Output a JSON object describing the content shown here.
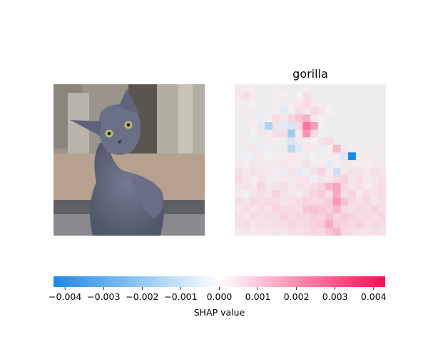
{
  "chart_data": {
    "type": "heatmap",
    "panels": [
      {
        "name": "input-image",
        "title": "",
        "content": "kitten photo"
      },
      {
        "name": "shap-map",
        "title": "gorilla"
      }
    ],
    "colorbar": {
      "label": "SHAP value",
      "range": [
        -0.0043,
        0.0043
      ],
      "ticks": [
        "−0.004",
        "−0.003",
        "−0.002",
        "−0.001",
        "0.000",
        "0.001",
        "0.002",
        "0.003",
        "0.004"
      ],
      "tick_values": [
        -0.004,
        -0.003,
        -0.002,
        -0.001,
        0.0,
        0.001,
        0.002,
        0.003,
        0.004
      ],
      "negative_color": "#1e88e5",
      "zero_color": "#ffffff",
      "positive_color": "#ff0d57"
    },
    "grid_size": [
      20,
      20
    ],
    "shap_values": [
      [
        0,
        0.0005,
        0.0004,
        0,
        0,
        0.0003,
        0,
        0,
        0,
        0.0003,
        0,
        0,
        0,
        0,
        0,
        0,
        0,
        0,
        0,
        0
      ],
      [
        0.0006,
        0.0009,
        0.0005,
        0.0003,
        0,
        0.0004,
        0.0003,
        0,
        0.0002,
        0.0008,
        0,
        0,
        0,
        0,
        0.0003,
        0,
        0,
        0,
        0,
        0
      ],
      [
        0.0004,
        0,
        0.0002,
        0,
        0,
        0.0003,
        0,
        0.0004,
        0.0006,
        0.0009,
        0.0005,
        0,
        0.0003,
        0,
        0,
        0,
        0,
        0,
        0,
        0
      ],
      [
        0,
        0.0003,
        0,
        0,
        0.0003,
        0.0004,
        -0.0009,
        0.0002,
        0.0009,
        0.0006,
        0.001,
        0.0007,
        0.0002,
        0,
        0,
        0,
        0,
        0,
        0,
        0
      ],
      [
        0,
        0,
        0.0004,
        -0.0006,
        0.0003,
        0.0009,
        0.0006,
        0.0011,
        0.0016,
        0.002,
        0.0006,
        0.0003,
        0,
        0,
        0,
        0,
        0,
        0,
        0,
        0
      ],
      [
        0,
        0,
        0.0003,
        -0.0008,
        -0.0021,
        0.0007,
        -0.0009,
        -0.0012,
        0.001,
        0.003,
        0.0023,
        0.0002,
        0,
        0,
        0,
        0,
        0,
        0,
        0,
        0
      ],
      [
        0,
        0,
        0.0002,
        0.0006,
        0.0004,
        0.0008,
        0.0009,
        -0.0024,
        0.0004,
        0.0025,
        0.0009,
        -0.0004,
        0,
        0,
        0,
        0,
        0,
        0,
        0,
        0
      ],
      [
        0,
        0.0003,
        -0.0005,
        0,
        0.0004,
        0.0003,
        0,
        -0.0011,
        0.0006,
        0.0005,
        0.0002,
        0.0007,
        0.0009,
        0,
        0,
        0,
        0,
        0,
        0,
        0
      ],
      [
        0,
        0,
        0.0006,
        -0.0004,
        0.0003,
        0,
        0,
        -0.0018,
        -0.0009,
        0.0005,
        0.0006,
        -0.0005,
        0.0003,
        0.0018,
        0.0006,
        0,
        0.0004,
        0,
        0,
        0.0005
      ],
      [
        -0.0004,
        -0.0003,
        0,
        0.0004,
        -0.0002,
        0.0004,
        0.0002,
        0.0006,
        0.0003,
        0,
        0.0002,
        -0.0004,
        0.0004,
        0.0004,
        -0.001,
        -0.0043,
        0,
        0.0005,
        0.0004,
        0
      ],
      [
        0.0005,
        0.0003,
        0.0006,
        0,
        0.0004,
        0,
        0.0007,
        0.0003,
        0.0004,
        0.0008,
        0,
        0.0003,
        -0.0007,
        0.0004,
        0.0006,
        0.0004,
        0.0004,
        0.0003,
        0.0005,
        0.0005
      ],
      [
        0.0007,
        0.0005,
        0.0008,
        0.0006,
        0.0005,
        0.0003,
        -0.0004,
        0.0007,
        -0.0008,
        -0.0004,
        0.0008,
        0.0012,
        0.0005,
        -0.0014,
        0.0005,
        0.0008,
        0.0007,
        0.0006,
        0.0009,
        0.0007
      ],
      [
        0.001,
        0.0006,
        0.0004,
        0.0008,
        0.0004,
        0.0003,
        0.0006,
        0.0004,
        0.0006,
        0.0007,
        -0.0004,
        0.0006,
        0.0005,
        0.0009,
        0.0012,
        0.0006,
        0.0009,
        0.0004,
        0.0006,
        0.0008
      ],
      [
        0.0006,
        0.0008,
        0.0005,
        0.0011,
        0.0006,
        0.0007,
        0.0009,
        0.0005,
        0.0008,
        0.0006,
        0.0009,
        0.0012,
        0.0018,
        0.0022,
        0.001,
        0.0007,
        0.0008,
        0.0005,
        0.0007,
        0.001
      ],
      [
        0.0005,
        -0.0003,
        0.0007,
        0.0008,
        0.0006,
        0.0012,
        0.0007,
        0.0006,
        0.0005,
        0.0008,
        0.0011,
        0.0014,
        0.0008,
        0.0021,
        0.0009,
        0.0012,
        0.0006,
        0.0009,
        0.0007,
        0.0009
      ],
      [
        0.0009,
        0.0007,
        0.0011,
        0.0008,
        0.001,
        0.0009,
        0.0006,
        0.0008,
        0.0009,
        0.0012,
        0.0009,
        0.001,
        0.0013,
        0.0024,
        0.0016,
        0.001,
        0.0008,
        0.0011,
        0.0006,
        0.0008
      ],
      [
        0.0006,
        0.0008,
        0.0006,
        0.0009,
        0.0007,
        0.0011,
        0.0009,
        0.001,
        0.0007,
        0.0015,
        0.0016,
        0.0014,
        0.0012,
        0.0018,
        0.001,
        0.0008,
        0.001,
        0.0009,
        0.0012,
        0.0008
      ],
      [
        0.0008,
        0.0005,
        0.0009,
        0.0007,
        0.001,
        0.0008,
        0.0012,
        0.0009,
        0.0011,
        0.001,
        0.0013,
        0.0012,
        0.0016,
        0.0011,
        0.0014,
        0.0011,
        0.0009,
        0.001,
        0.0008,
        0.0011
      ],
      [
        0.0007,
        0.0009,
        0.0006,
        0.0008,
        0.0007,
        0.0009,
        0.0008,
        0.0011,
        0.0009,
        0.001,
        0.0012,
        0.0014,
        0.0021,
        0.0013,
        0.0011,
        0.0009,
        0.0012,
        0.0008,
        0.001,
        0.0009
      ],
      [
        0.0004,
        0.0006,
        0.0005,
        0.0006,
        0.0005,
        0.0007,
        0.0006,
        0.0008,
        0.0007,
        0.0009,
        0.0011,
        0.001,
        0.0015,
        0.0019,
        0.001,
        0.0008,
        0.0007,
        0.0006,
        0.0008,
        0.0007
      ]
    ]
  }
}
